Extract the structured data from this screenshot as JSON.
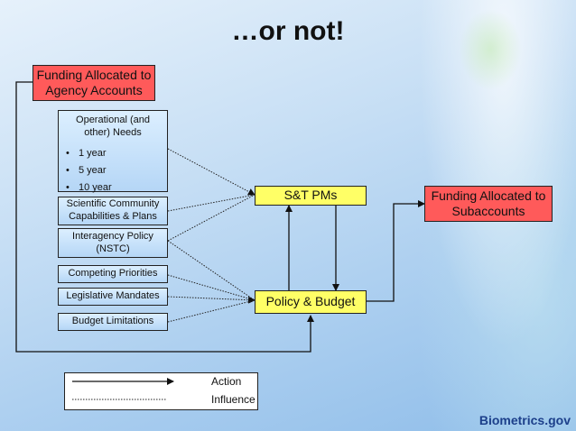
{
  "title": "…or not!",
  "boxes": {
    "funding_agency": "Funding Allocated to Agency Accounts",
    "operational_head": "Operational (and other) Needs",
    "operational_items": [
      "1 year",
      "5 year",
      "10 year"
    ],
    "scientific": "Scientific Community Capabilities & Plans",
    "interagency": "Interagency Policy (NSTC)",
    "competing": "Competing Priorities",
    "legislative": "Legislative Mandates",
    "budget_limits": "Budget Limitations",
    "st_pms": "S&T PMs",
    "policy_budget": "Policy & Budget",
    "funding_sub": "Funding Allocated to Subaccounts"
  },
  "legend": {
    "action": "Action",
    "influence": "Influence"
  },
  "footer": "Biometrics.gov",
  "colors": {
    "red_box": "#ff5a5a",
    "yellow_box": "#ffff66",
    "footer_text": "#1c3f8a"
  }
}
